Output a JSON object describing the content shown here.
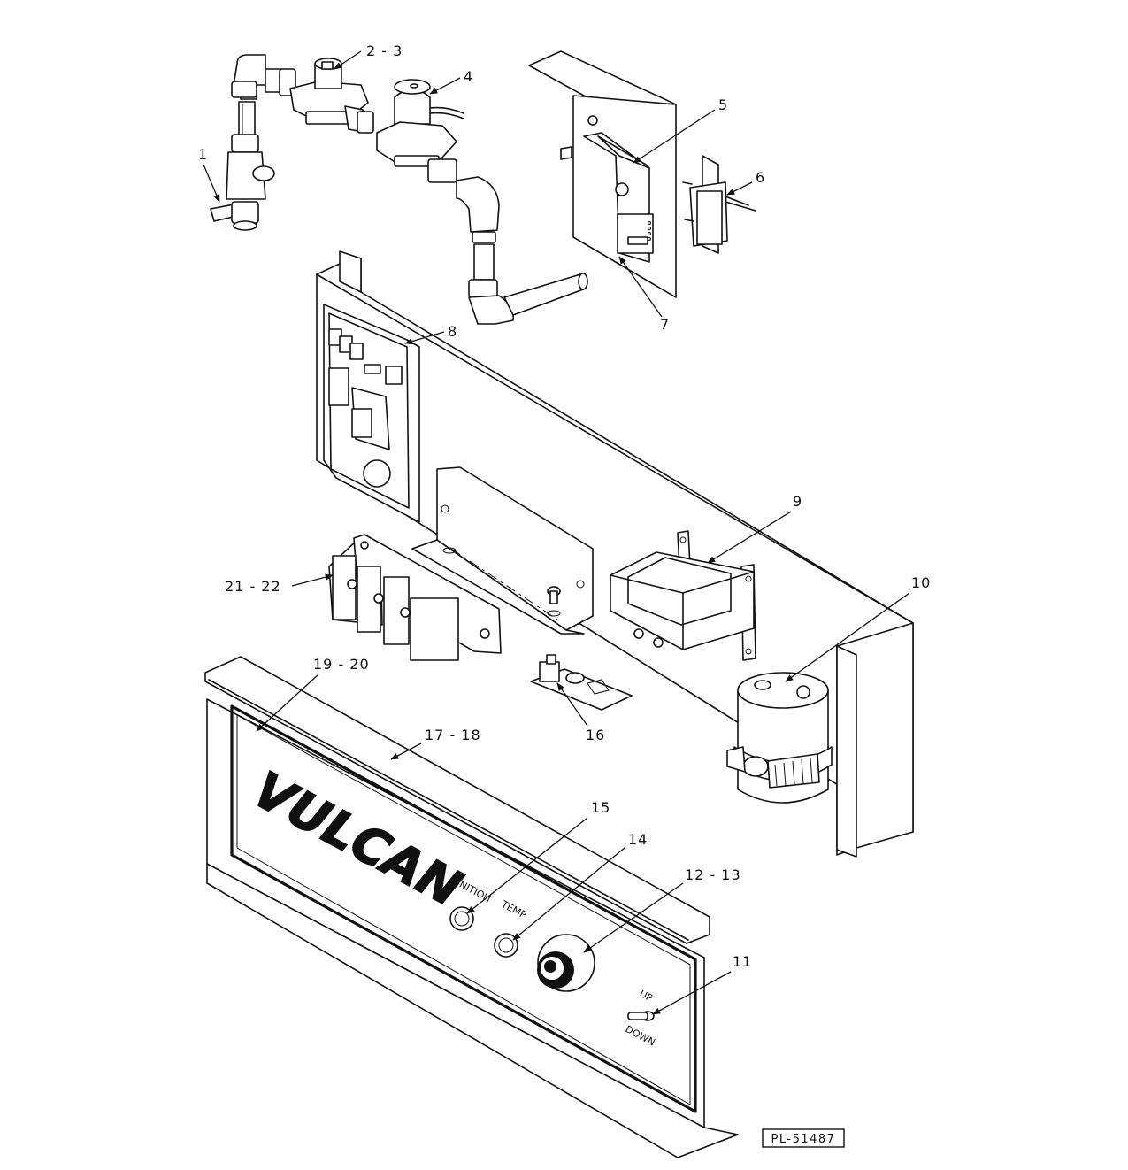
{
  "diagram": {
    "callouts": [
      "1",
      "2 - 3",
      "4",
      "5",
      "6",
      "7",
      "8",
      "9",
      "10",
      "11",
      "12 - 13",
      "14",
      "15",
      "16",
      "17 - 18",
      "19 - 20",
      "21 - 22"
    ],
    "panel_labels": {
      "brand": "VULCAN",
      "ignition": "IGNITION",
      "temp": "TEMP",
      "up": "UP",
      "down": "DOWN"
    },
    "part_number": "PL-51487"
  }
}
